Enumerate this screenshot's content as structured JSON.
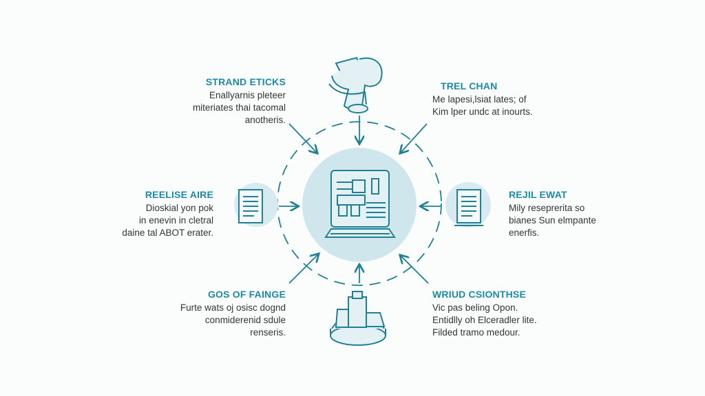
{
  "colors": {
    "accent": "#1a8aa6",
    "line": "#1f7f95",
    "fill": "#cfe7ec"
  },
  "center": {
    "icon": "computer-document-icon"
  },
  "blocks": [
    {
      "id": "top-left",
      "title": "STRAND ETICKS",
      "lines": [
        "Enallyarnis pleteer",
        "miteriates thai tacomal",
        "anotheris."
      ],
      "icon": "abstract-ribbon-icon"
    },
    {
      "id": "top-right",
      "title": "TREL CHAN",
      "lines": [
        "Me lapesi,lsiat lates; of",
        "Kim lper undc at inourts."
      ]
    },
    {
      "id": "mid-left",
      "title": "REELISE AIRE",
      "lines": [
        "Dioskial yon pok",
        "in enevin in cletral",
        "daine tal ABOT erater."
      ],
      "icon": "document-icon"
    },
    {
      "id": "mid-right",
      "title": "REJIL EWAT",
      "lines": [
        "Mily reseprerita so",
        "bianes Sun elmpante",
        "enerfis."
      ],
      "icon": "document-icon"
    },
    {
      "id": "bottom-left",
      "title": "GOS OF FAINGE",
      "lines": [
        "Furte wats oj osisc dognd",
        "conmiderenid sdule",
        "renseris."
      ],
      "icon": "machine-platform-icon"
    },
    {
      "id": "bottom-right",
      "title": "WRIUD CSIONTHSE",
      "lines": [
        "Vic pas beling Opon.",
        "Entidlly oh Elceradler lite.",
        "Filded tramo medour."
      ]
    }
  ]
}
